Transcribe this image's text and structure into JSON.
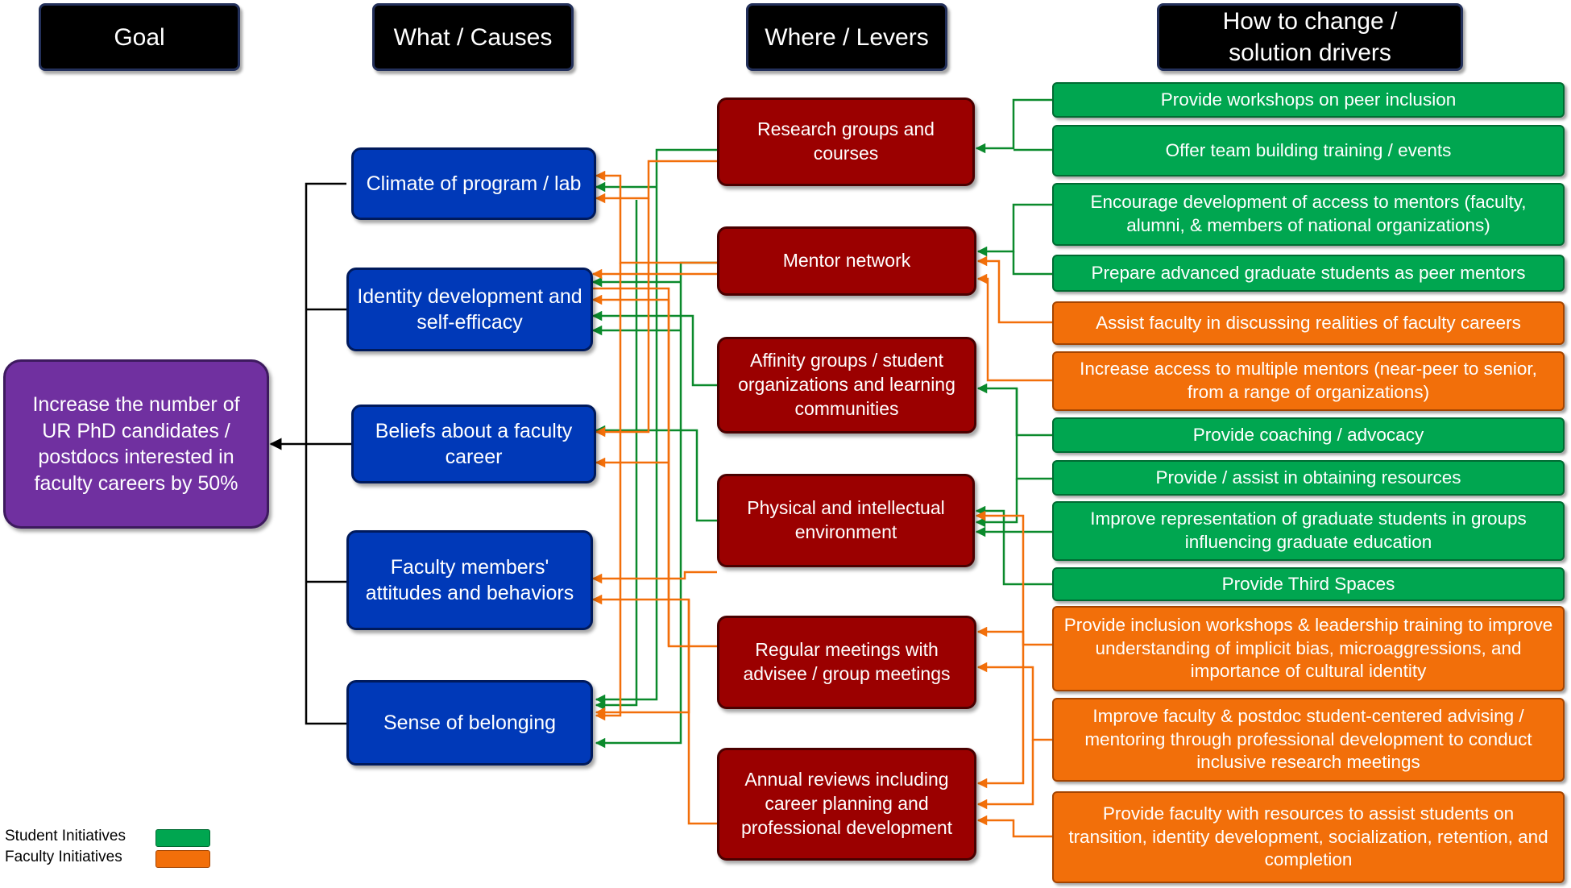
{
  "headers": {
    "goal": "Goal",
    "causes": "What / Causes",
    "levers": "Where / Levers",
    "drivers": "How to change / solution drivers"
  },
  "goal_text": "Increase the number of UR PhD candidates / postdocs interested in faculty careers by 50%",
  "causes": [
    "Climate of program / lab",
    "Identity development and self-efficacy",
    "Beliefs about a faculty career",
    "Faculty members' attitudes and behaviors",
    "Sense of belonging"
  ],
  "levers": [
    "Research groups and courses",
    "Mentor network",
    "Affinity groups / student organizations and learning communities",
    "Physical and intellectual environment",
    "Regular meetings with advisee / group meetings",
    "Annual reviews including career planning and professional development"
  ],
  "solutions": [
    {
      "text": "Provide workshops on peer inclusion",
      "type": "student"
    },
    {
      "text": "Offer team building training / events",
      "type": "student"
    },
    {
      "text": "Encourage development of access to mentors (faculty, alumni, & members of national organizations)",
      "type": "student"
    },
    {
      "text": "Prepare advanced graduate students as peer mentors",
      "type": "student"
    },
    {
      "text": "Assist faculty in discussing realities of faculty careers",
      "type": "faculty"
    },
    {
      "text": "Increase access to multiple mentors (near-peer to senior, from a range of organizations)",
      "type": "faculty"
    },
    {
      "text": "Provide coaching / advocacy",
      "type": "student"
    },
    {
      "text": "Provide /  assist in obtaining resources",
      "type": "student"
    },
    {
      "text": "Improve representation of graduate students in groups influencing graduate education",
      "type": "student"
    },
    {
      "text": "Provide Third Spaces",
      "type": "student"
    },
    {
      "text": "Provide inclusion workshops & leadership training to improve understanding of implicit bias, microaggressions, and importance of cultural identity",
      "type": "faculty"
    },
    {
      "text": "Improve faculty & postdoc student-centered advising / mentoring through professional development to conduct inclusive research meetings",
      "type": "faculty"
    },
    {
      "text": "Provide faculty with resources to assist  students on transition, identity development, socialization, retention, and completion",
      "type": "faculty"
    }
  ],
  "legend": {
    "student_label": "Student Initiatives",
    "faculty_label": "Faculty Initiatives"
  },
  "colors": {
    "student": "#00a650",
    "faculty": "#f26f0a",
    "goal": "#7030a0",
    "cause": "#0039b8",
    "lever": "#9b0000",
    "header": "#000000",
    "connector_goal": "#000000",
    "connector_student": "#0b8a2c",
    "connector_faculty": "#f26f0a"
  }
}
